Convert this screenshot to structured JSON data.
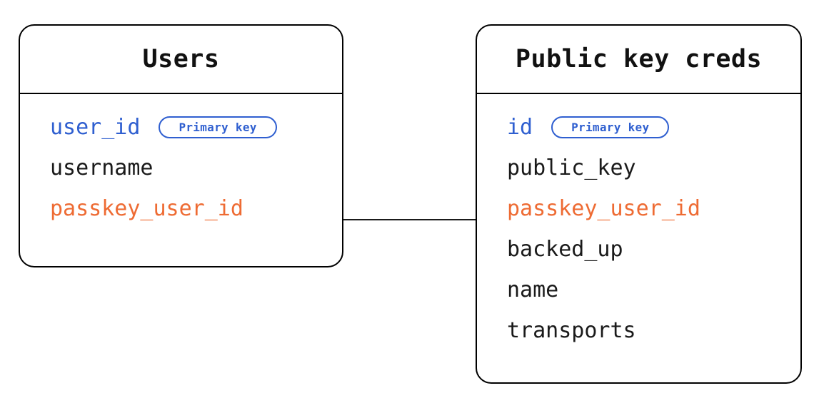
{
  "diagram": {
    "type": "entity-relationship-diagram",
    "background_color": "#ffffff",
    "colors": {
      "border": "#000000",
      "text": "#1a1a1a",
      "primary_key": "#2f5fd0",
      "foreign_key": "#ee6b33",
      "connector": "#1a1a1a"
    },
    "entities": [
      {
        "id": "users",
        "title": "Users",
        "fields": [
          {
            "name": "user_id",
            "role": "pk",
            "badge": "Primary key"
          },
          {
            "name": "username",
            "role": "plain",
            "badge": null
          },
          {
            "name": "passkey_user_id",
            "role": "fk",
            "badge": null
          }
        ]
      },
      {
        "id": "public-key-creds",
        "title": "Public key creds",
        "fields": [
          {
            "name": "id",
            "role": "pk",
            "badge": "Primary key"
          },
          {
            "name": "public_key",
            "role": "plain",
            "badge": null
          },
          {
            "name": "passkey_user_id",
            "role": "fk",
            "badge": null
          },
          {
            "name": "backed_up",
            "role": "plain",
            "badge": null
          },
          {
            "name": "name",
            "role": "plain",
            "badge": null
          },
          {
            "name": "transports",
            "role": "plain",
            "badge": null
          }
        ]
      }
    ],
    "relationships": [
      {
        "id": "users-to-public-key-creds",
        "from_entity": "users",
        "from_field": "passkey_user_id",
        "to_entity": "public-key-creds",
        "to_field": "passkey_user_id",
        "style": "solid-line"
      }
    ]
  }
}
